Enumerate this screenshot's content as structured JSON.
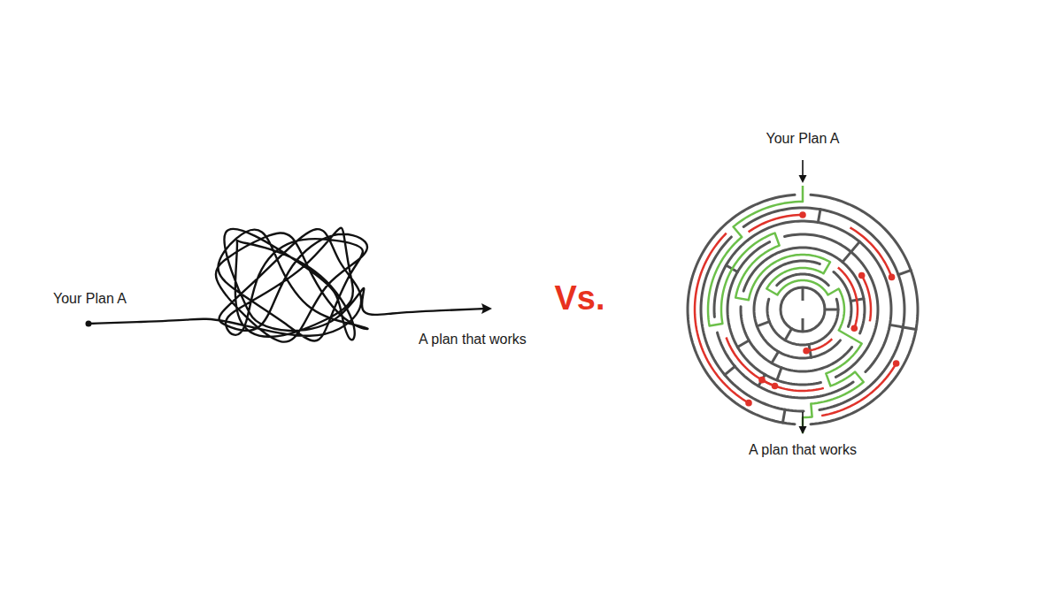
{
  "diagram": {
    "labels": [
      "Your Plan A",
      "A plan that works",
      "Vs.",
      "Your Plan A",
      "A plan that works"
    ]
  }
}
